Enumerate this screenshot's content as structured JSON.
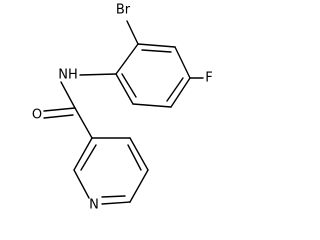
{
  "molecule": {
    "atoms": {
      "bromine": "Br",
      "fluorine": "F",
      "amide_nitrogen": "NH",
      "carbonyl_oxygen": "O",
      "pyridine_nitrogen": "N"
    }
  }
}
